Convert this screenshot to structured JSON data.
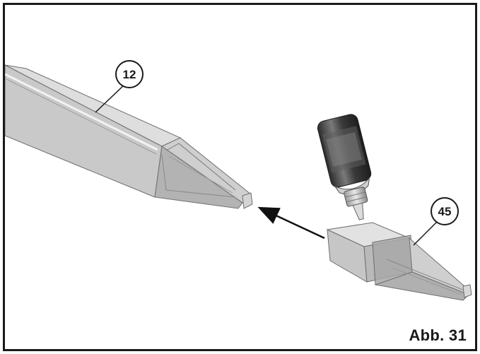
{
  "figure": {
    "label": "Abb. 31"
  },
  "callouts": [
    {
      "id": "part-12",
      "text": "12"
    },
    {
      "id": "part-45",
      "text": "45"
    }
  ],
  "colors": {
    "frame": "#1a1a1a",
    "part_light": "#d9d9d9",
    "part_mid": "#bdbdbd",
    "part_dark": "#8c8c8c",
    "bottle_dark": "#3a3a3a",
    "arrow": "#111111"
  }
}
